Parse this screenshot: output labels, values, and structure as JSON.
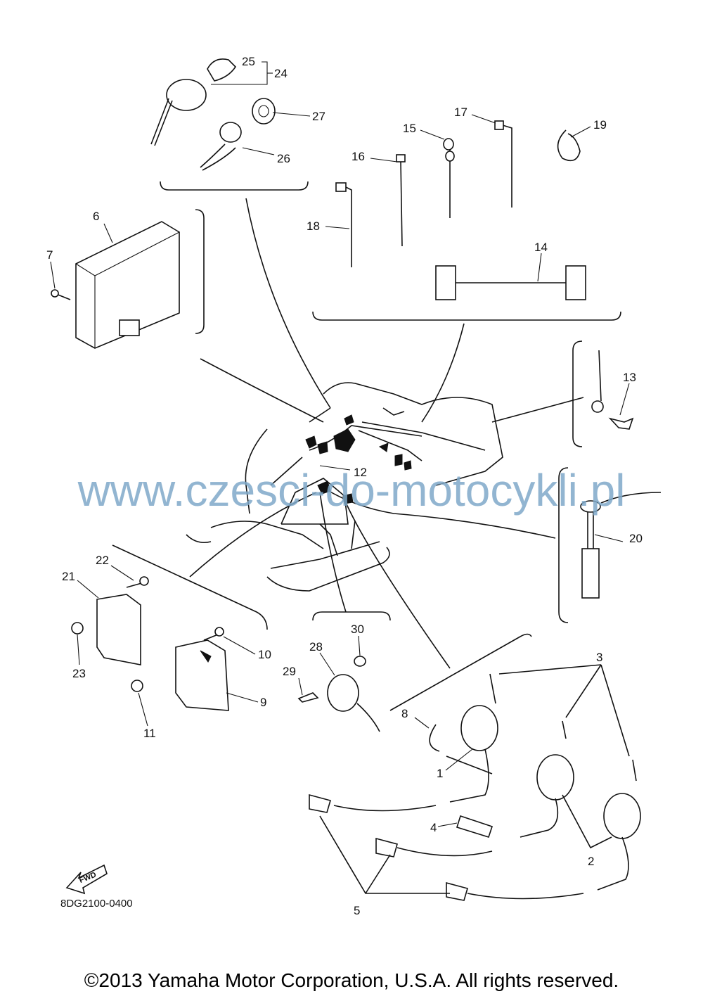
{
  "diagram": {
    "code": "8DG2100-0400",
    "fwd_label": "FWD",
    "callouts": [
      {
        "id": "c1",
        "text": "1"
      },
      {
        "id": "c2",
        "text": "2"
      },
      {
        "id": "c3",
        "text": "3"
      },
      {
        "id": "c4",
        "text": "4"
      },
      {
        "id": "c5",
        "text": "5"
      },
      {
        "id": "c6",
        "text": "6"
      },
      {
        "id": "c7",
        "text": "7"
      },
      {
        "id": "c8",
        "text": "8"
      },
      {
        "id": "c9",
        "text": "9"
      },
      {
        "id": "c10",
        "text": "10"
      },
      {
        "id": "c11",
        "text": "11"
      },
      {
        "id": "c12",
        "text": "12"
      },
      {
        "id": "c13",
        "text": "13"
      },
      {
        "id": "c14",
        "text": "14"
      },
      {
        "id": "c15",
        "text": "15"
      },
      {
        "id": "c16",
        "text": "16"
      },
      {
        "id": "c17",
        "text": "17"
      },
      {
        "id": "c18",
        "text": "18"
      },
      {
        "id": "c19",
        "text": "19"
      },
      {
        "id": "c20",
        "text": "20"
      },
      {
        "id": "c21",
        "text": "21"
      },
      {
        "id": "c22",
        "text": "22"
      },
      {
        "id": "c23",
        "text": "23"
      },
      {
        "id": "c24",
        "text": "24"
      },
      {
        "id": "c25",
        "text": "25"
      },
      {
        "id": "c26",
        "text": "26"
      },
      {
        "id": "c27",
        "text": "27"
      },
      {
        "id": "c28",
        "text": "28"
      },
      {
        "id": "c29",
        "text": "29"
      },
      {
        "id": "c30",
        "text": "30"
      }
    ]
  },
  "watermark": "www.czesci-do-motocykli.pl",
  "copyright": "©2013 Yamaha Motor Corporation, U.S.A. All rights reserved.",
  "colors": {
    "line": "#111111",
    "watermark": "#7fa9c9",
    "background": "#ffffff"
  }
}
